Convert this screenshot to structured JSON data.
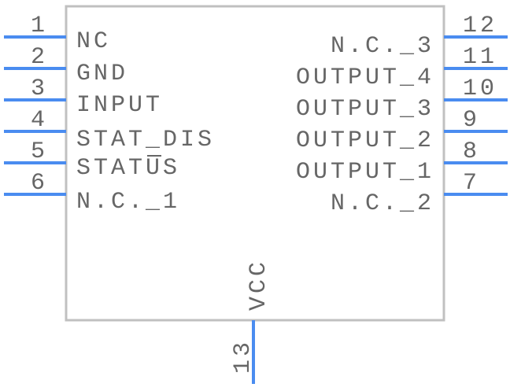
{
  "component": {
    "left_pins": [
      {
        "number": "1",
        "name": "NC"
      },
      {
        "number": "2",
        "name": "GND"
      },
      {
        "number": "3",
        "name": "INPUT"
      },
      {
        "number": "4",
        "name": "STAT_DIS"
      },
      {
        "number": "5",
        "name": "STATUS",
        "overline_char_index": 4
      },
      {
        "number": "6",
        "name": "N.C._1"
      }
    ],
    "right_pins": [
      {
        "number": "12",
        "name": "N.C._3"
      },
      {
        "number": "11",
        "name": "OUTPUT_4"
      },
      {
        "number": "10",
        "name": "OUTPUT_3"
      },
      {
        "number": "9",
        "name": "OUTPUT_2"
      },
      {
        "number": "8",
        "name": "OUTPUT_1"
      },
      {
        "number": "7",
        "name": "N.C._2"
      }
    ],
    "bottom_pins": [
      {
        "number": "13",
        "name": "VCC"
      }
    ]
  },
  "colors": {
    "pin": "#4a8cf0",
    "body": "#c0c0c0",
    "text": "#666666"
  }
}
